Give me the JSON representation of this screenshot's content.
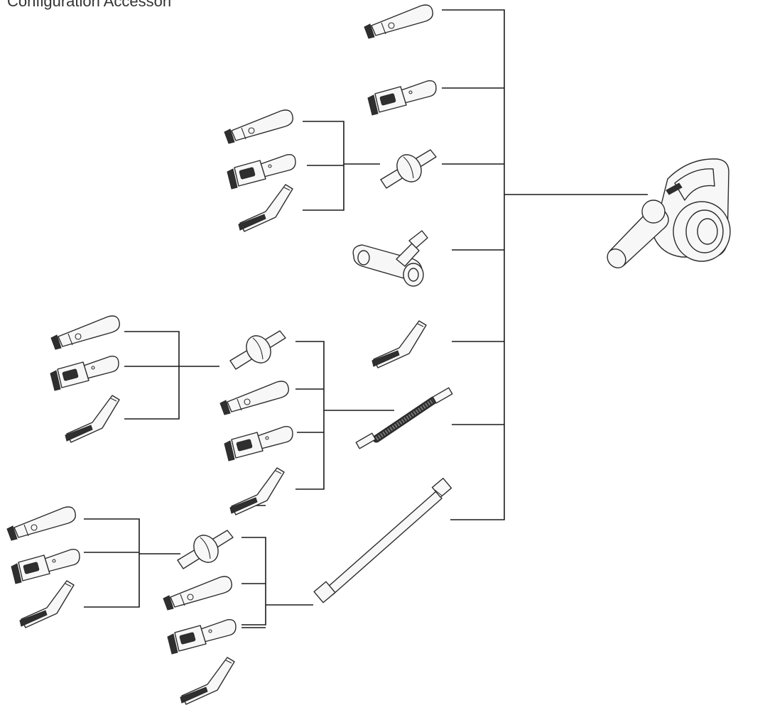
{
  "diagram": {
    "heading": "Configuration Accessori",
    "parts": [
      {
        "id": "vacuum",
        "icon": "handheld-vacuum-icon"
      },
      {
        "id": "crevice",
        "icon": "crevice-tool-icon"
      },
      {
        "id": "dusting",
        "icon": "dusting-tool-icon"
      },
      {
        "id": "adapter",
        "icon": "adapter-coupler-icon"
      },
      {
        "id": "brush",
        "icon": "angled-brush-icon"
      },
      {
        "id": "floorhead",
        "icon": "floor-head-icon"
      },
      {
        "id": "hose",
        "icon": "flexible-hose-icon"
      },
      {
        "id": "tube",
        "icon": "extension-tube-icon"
      }
    ]
  }
}
